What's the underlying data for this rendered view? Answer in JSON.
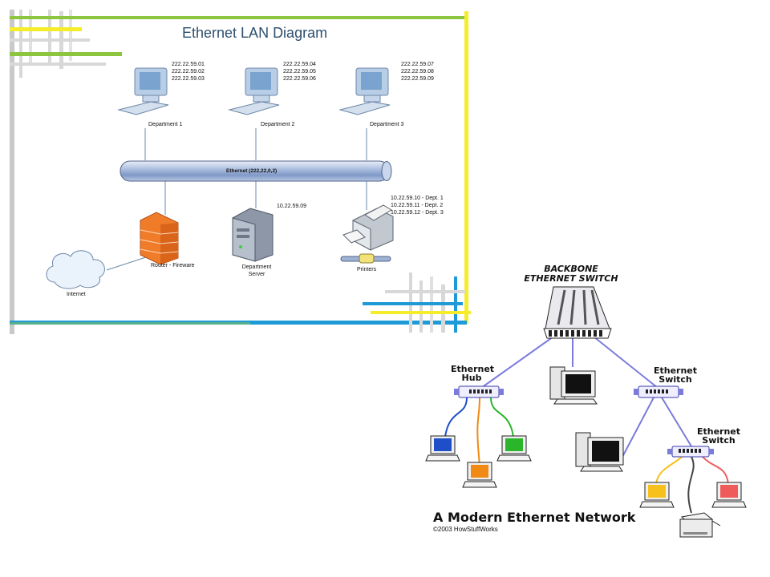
{
  "lan": {
    "title": "Ethernet LAN Diagram",
    "departments": [
      {
        "name": "Department 1",
        "ips": [
          "222.22.59.01",
          "222.22.59.02",
          "222.22.59.03"
        ]
      },
      {
        "name": "Department 2",
        "ips": [
          "222.22.59.04",
          "222.22.59.05",
          "222.22.59.06"
        ]
      },
      {
        "name": "Department 3",
        "ips": [
          "222.22.59.07",
          "222.22.59.08",
          "222.22.59.09"
        ]
      }
    ],
    "backbone_label": "Ethernet (222,22,0,2)",
    "router_label": "Router - Fireware",
    "server_label_line1": "Department",
    "server_label_line2": "Server",
    "server_ip": "10.22.59.09",
    "printers_label": "Printers",
    "printer_ips": [
      "10.22.59.10 - Dept. 1",
      "10.22.59.11 - Dept. 2",
      "10.22.59.12 - Dept. 3"
    ],
    "internet_label": "Internet"
  },
  "modern": {
    "backbone_line1": "BACKBONE",
    "backbone_line2": "ETHERNET SWITCH",
    "hub_line1": "Ethernet",
    "hub_line2": "Hub",
    "switch1_line1": "Ethernet",
    "switch1_line2": "Switch",
    "switch2_line1": "Ethernet",
    "switch2_line2": "Switch",
    "title": "A Modern Ethernet Network",
    "copyright": "©2003 HowStuffWorks"
  },
  "colors": {
    "frame_yellow": "#f5ec2a",
    "frame_blue": "#1e9bd7",
    "frame_green": "#8cc63f",
    "grey_stripe": "#c9c9c9",
    "network_line": "#7b7bdc",
    "monitor_blue": "#1e4fc8",
    "monitor_orange": "#f08a14",
    "monitor_green": "#2ab52a",
    "monitor_yellow": "#f6c11c",
    "monitor_red": "#ef5b5b"
  }
}
